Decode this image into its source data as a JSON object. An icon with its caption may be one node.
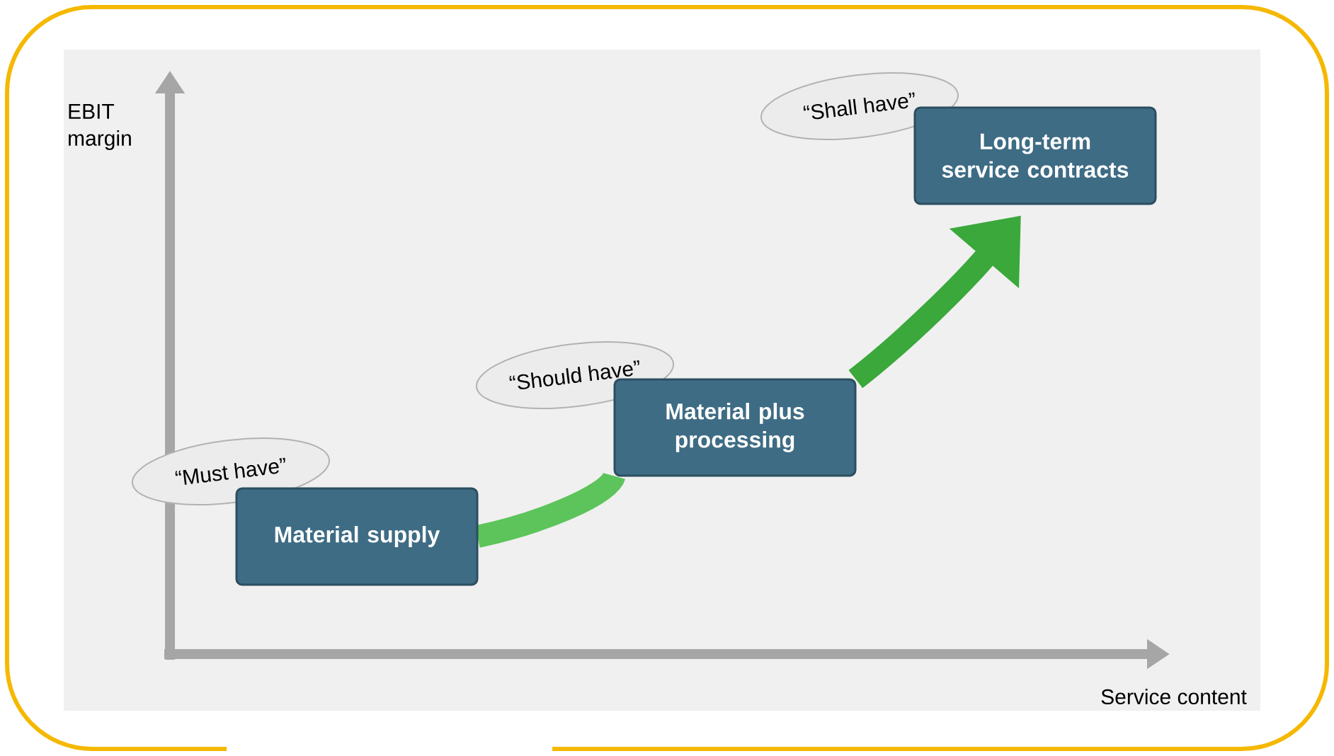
{
  "diagram": {
    "nodes": [
      {
        "text": [
          "“Must have”"
        ]
      },
      {
        "text": [
          "Material supply"
        ]
      },
      {
        "text": [
          "“Should have”"
        ]
      },
      {
        "text": [
          "Material plus processing"
        ]
      },
      {
        "text": [
          "“Shall have”"
        ]
      },
      {
        "text": [
          "Long-term service contracts"
        ]
      }
    ],
    "edges": [
      {
        "from": 1,
        "to": 3,
        "arrow": "none",
        "color": "#5cc45a"
      },
      {
        "from": 3,
        "to": 5,
        "arrow": "to",
        "color": "#3aa83a"
      }
    ],
    "labels": [
      "EBIT margin",
      "Service content"
    ]
  }
}
